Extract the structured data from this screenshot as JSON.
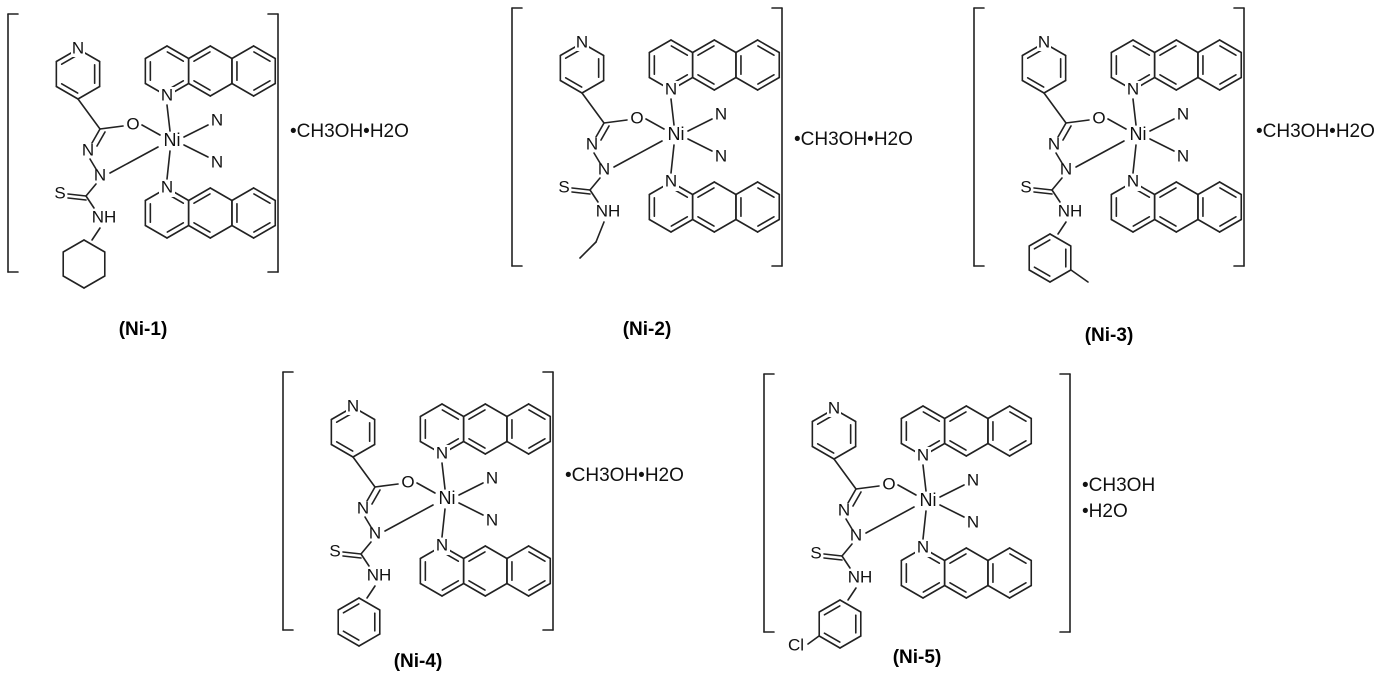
{
  "structures": [
    {
      "id": "ni-1",
      "label": "(Ni-1)",
      "metal": "Ni",
      "solvate": [
        "•CH3OH•H2O"
      ],
      "substituent": "cyclohexyl"
    },
    {
      "id": "ni-2",
      "label": "(Ni-2)",
      "metal": "Ni",
      "solvate": [
        "•CH3OH•H2O"
      ],
      "substituent": "ethyl"
    },
    {
      "id": "ni-3",
      "label": "(Ni-3)",
      "metal": "Ni",
      "solvate": [
        "•CH3OH•H2O"
      ],
      "substituent": "3-methylphenyl"
    },
    {
      "id": "ni-4",
      "label": "(Ni-4)",
      "metal": "Ni",
      "solvate": [
        "•CH3OH•H2O"
      ],
      "substituent": "phenyl"
    },
    {
      "id": "ni-5",
      "label": "(Ni-5)",
      "metal": "Ni",
      "solvate": [
        "•CH3OH",
        "•H2O"
      ],
      "substituent": "3-chlorophenyl",
      "substituent_label": "Cl"
    }
  ],
  "atom_labels": {
    "N": "N",
    "O": "O",
    "S": "S",
    "NH": "NH"
  }
}
